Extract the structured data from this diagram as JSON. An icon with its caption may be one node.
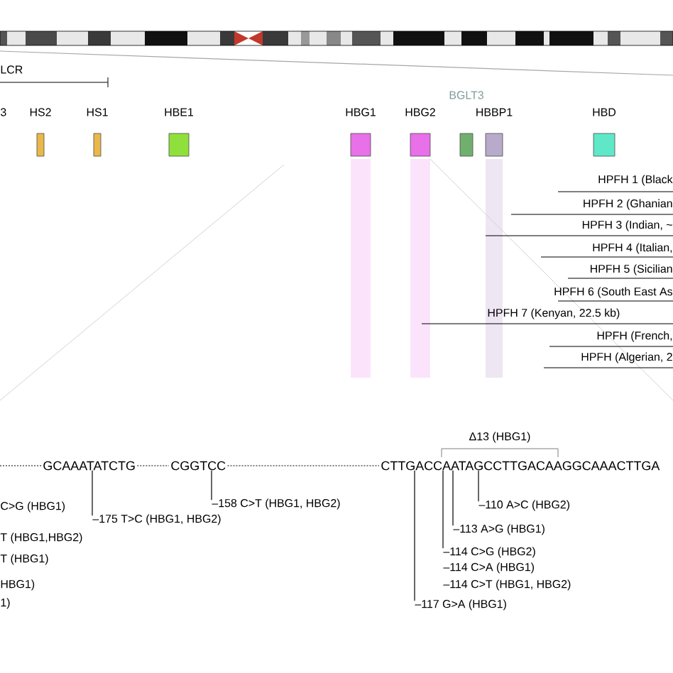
{
  "diagram": {
    "nodes": [
      {
        "text": [
          "HS2"
        ]
      },
      {
        "text": [
          "HS1"
        ]
      },
      {
        "text": [
          "HBE1"
        ]
      },
      {
        "text": [
          "HBG1"
        ]
      },
      {
        "text": [
          "HBG2"
        ]
      },
      {
        "text": [
          "BGLT3"
        ]
      },
      {
        "text": [
          "HBBP1"
        ]
      },
      {
        "text": [
          "HBD"
        ]
      },
      {
        "text": [
          "–175 T>C (HBG1, HBG2)"
        ]
      },
      {
        "text": [
          "–158 C>T (HBG1, HBG2)"
        ]
      },
      {
        "text": [
          "–110 A>C (HBG2)"
        ]
      },
      {
        "text": [
          "–113 A>G (HBG1)"
        ]
      },
      {
        "text": [
          "–114 C>G (HBG2)"
        ]
      },
      {
        "text": [
          "–117 G>A (HBG1)"
        ]
      },
      {
        "text": [
          "GCAAATATCTG"
        ]
      },
      {
        "text": [
          "CGGTCC"
        ]
      },
      {
        "text": [
          "CTTGACCAATAGCCTTGACAAGGCAAACTTGA"
        ]
      }
    ],
    "edges": [
      {
        "from": 8,
        "to": 14,
        "arrow": "none"
      },
      {
        "from": 9,
        "to": 15,
        "arrow": "none"
      },
      {
        "from": 10,
        "to": 16,
        "arrow": "none"
      },
      {
        "from": 11,
        "to": 16,
        "arrow": "none"
      },
      {
        "from": 12,
        "to": 16,
        "arrow": "none"
      },
      {
        "from": 13,
        "to": 16,
        "arrow": "none"
      },
      {
        "from": null,
        "to": 14,
        "arrow": "none",
        "style": "dashed"
      },
      {
        "from": 14,
        "to": 15,
        "arrow": "none",
        "style": "dashed"
      },
      {
        "from": 15,
        "to": 16,
        "arrow": "none",
        "style": "dashed"
      }
    ],
    "labels": [
      "LCR",
      "3",
      "HPFH 1 (Black",
      "HPFH 2 (Ghanian",
      "HPFH 3 (Indian, ~",
      "HPFH 4 (Italian,",
      "HPFH 5 (Sicilian",
      "HPFH 6 (South East As",
      "HPFH 7 (Kenyan, 22.5 kb)",
      "HPFH (French,",
      "HPFH (Algerian, 2",
      "Δ13 (HBG1)",
      "C>G (HBG1)",
      "T (HBG1,HBG2)",
      "T (HBG1)",
      "HBG1)",
      "1)",
      "–114 C>A (HBG1)",
      "–114 C>T (HBG1, HBG2)"
    ]
  }
}
